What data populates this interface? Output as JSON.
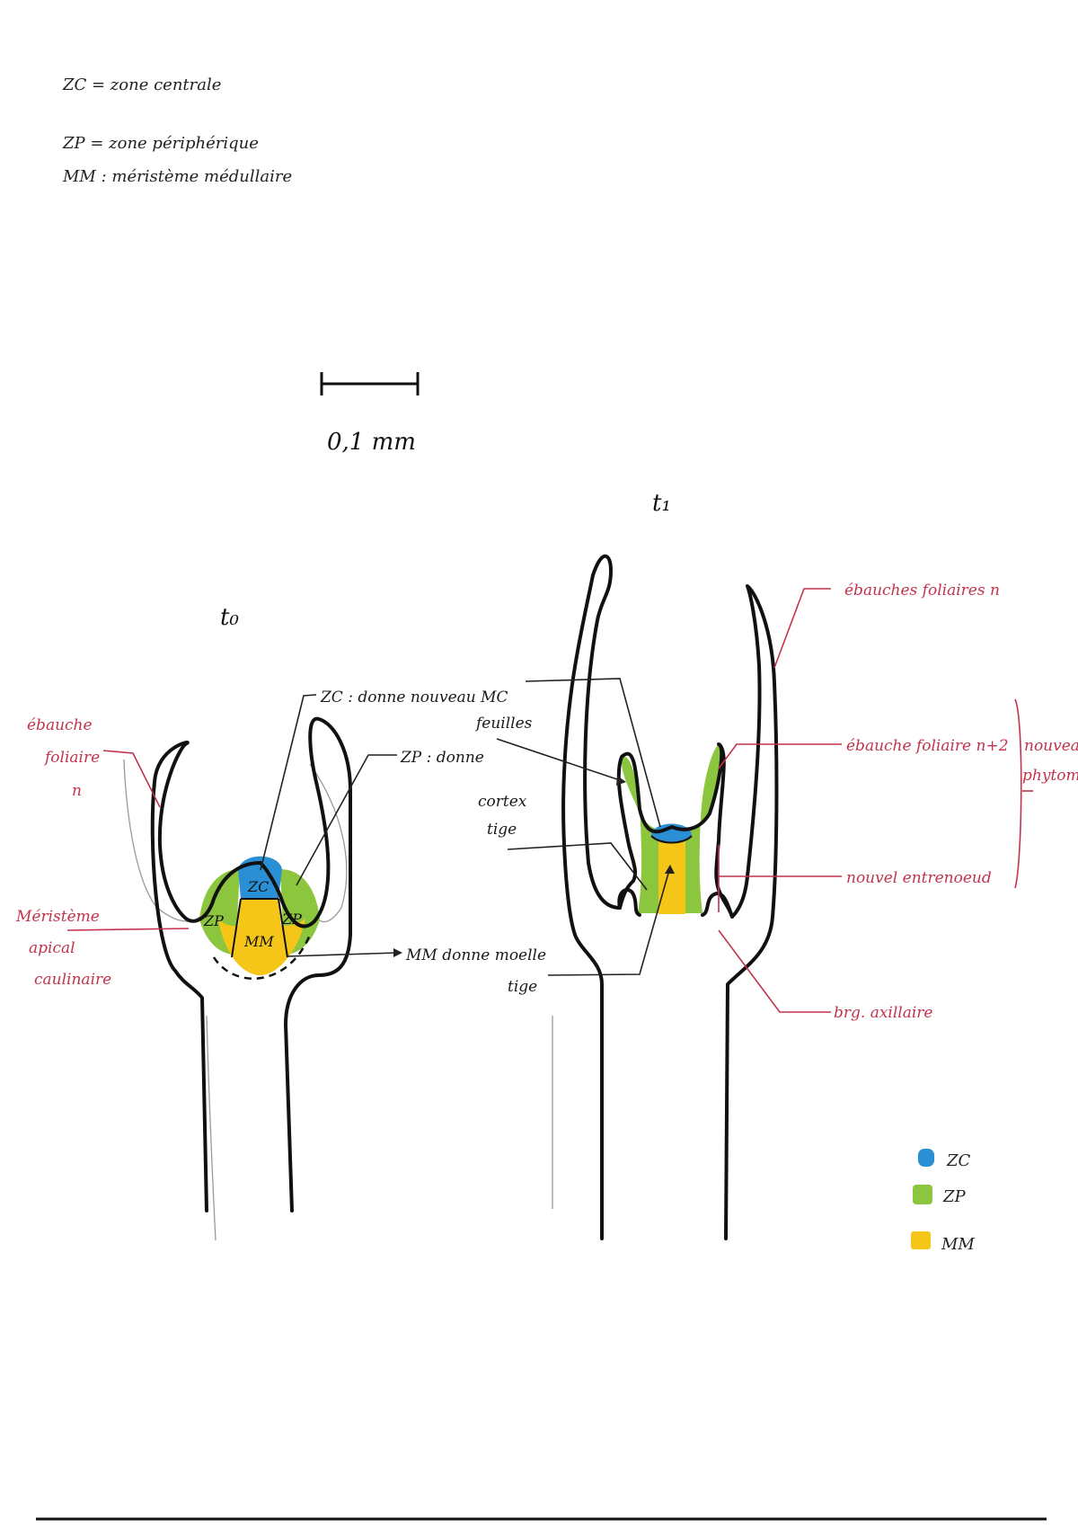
{
  "legend_top": {
    "lines": [
      "ZC = zone centrale",
      "ZP = zone périphérique",
      "MM : méristème médullaire"
    ]
  },
  "scale_bar": {
    "label": "0,1 mm"
  },
  "panels": {
    "t0": {
      "title": "t₀"
    },
    "t1": {
      "title": "t₁"
    }
  },
  "labels": {
    "t0": {
      "ebauche": [
        "ébauche",
        "foliaire",
        "n"
      ],
      "meristeme": [
        "Méristème",
        "apical",
        "caulinaire"
      ],
      "zc_region": "ZC",
      "zp_left": "ZP",
      "zp_right": "ZP",
      "mm_region": "MM",
      "zc_desc": "ZC : donne nouveau MC",
      "zp_desc": "ZP : donne",
      "feuilles": "feuilles",
      "cortex": [
        "cortex",
        "tige"
      ],
      "mm_desc": [
        "MM donne moelle",
        "tige"
      ]
    },
    "t1": {
      "ebauches_n": "ébauches foliaires n",
      "ebauche_n2": "ébauche foliaire n+2",
      "nouveau_entrenoeud": "nouvel entrenoeud",
      "bourgeon": "brg. axillaire",
      "phytomere": [
        "nouveau",
        "phytomère"
      ]
    }
  },
  "legend_colors": [
    {
      "label": "ZC",
      "color": "#2b8fd6"
    },
    {
      "label": "ZP",
      "color": "#8cc63f"
    },
    {
      "label": "MM",
      "color": "#f5c518"
    }
  ],
  "colors": {
    "zc": "#2b8fd6",
    "zp": "#8cc63f",
    "mm": "#f5c518",
    "annot_red": "#c2334d"
  }
}
